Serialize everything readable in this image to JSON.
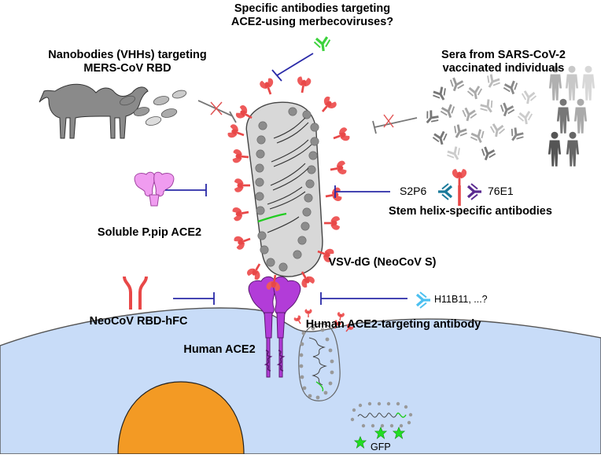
{
  "labels": {
    "top_question_line1": "Specific antibodies targeting",
    "top_question_line2": "ACE2-using merbecoviruses?",
    "nanobodies_line1": "Nanobodies (VHHs) targeting",
    "nanobodies_line2": "MERS-CoV RBD",
    "sera_line1": "Sera from SARS-CoV-2",
    "sera_line2": "vaccinated individuals",
    "soluble_ace2": "Soluble P.pip ACE2",
    "s2p6": "S2P6",
    "e761": "76E1",
    "stem_helix": "Stem helix-specific antibodies",
    "virus": "VSV-dG (NeoCoV S)",
    "neocov_rbd": "NeoCoV RBD-hFC",
    "h11b11": "H11B11, ...?",
    "human_ace2_antibody": "Human ACE2-targeting antibody",
    "human_ace2": "Human ACE2",
    "gfp": "GFP"
  },
  "colors": {
    "inhibition_line": "#2a2aa8",
    "failed_line": "#777777",
    "failed_cross": "#e05050",
    "spike": "#ee5a5a",
    "virion_fill": "#d8d8d8",
    "virion_dots": "#8c8c8c",
    "ace2_receptor": "#b23cd8",
    "soluble_ace2": "#f09cf0",
    "cell": "#c8dcf8",
    "nucleus": "#f39a24",
    "gfp": "#22dd22",
    "antibody_green": "#3cd23c",
    "antibody_cyan": "#4cc0f0",
    "antibody_teal": "#1a7a9a",
    "antibody_purple": "#5a2a90",
    "antibody_red": "#e84848"
  },
  "icons": [
    "camel-icon",
    "nanobody-icon",
    "antibody-icon",
    "human-figure-icon",
    "star-icon"
  ]
}
